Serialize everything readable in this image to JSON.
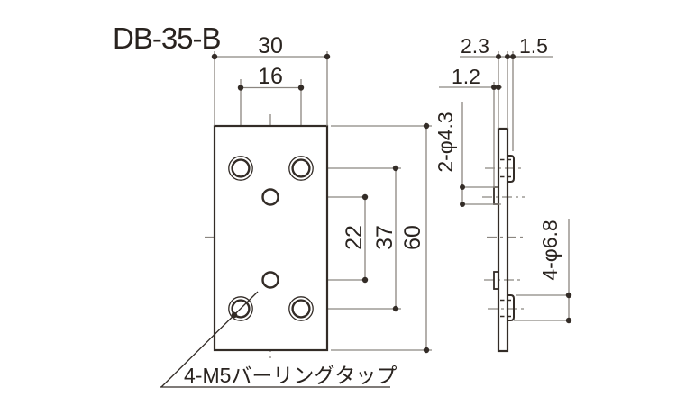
{
  "drawing": {
    "title": "DB-35-B",
    "front_view": {
      "plate_width_dim": "30",
      "hole_span_dim": "16",
      "plate_height_dim": "60",
      "tap_row_span_dim": "37",
      "center_hole_span_dim": "22",
      "leader_note": "4-M5バーリングタップ"
    },
    "side_view": {
      "plate_thickness_dim": "2.3",
      "burring_height_dim": "1.5",
      "dimple_height_dim": "1.2",
      "center_hole_dia_dim": "2-φ4.3",
      "burring_dia_dim": "4-φ6.8"
    },
    "colors": {
      "outline": "#332c27",
      "dimension_lines": "#8b8680",
      "background": "#ffffff"
    }
  }
}
